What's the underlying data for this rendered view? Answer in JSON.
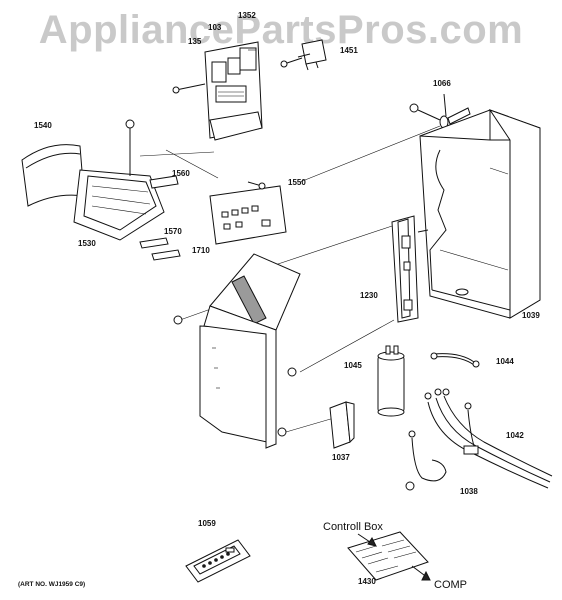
{
  "watermark": "AppliancePartsPros.com",
  "art_number": "(ART NO. WJ1959 C9)",
  "control_box_label": "Controll Box",
  "comp_label": "COMP",
  "parts": {
    "p1352": "1352",
    "p1035a": "103",
    "p1035b": "135",
    "p1451": "1451",
    "p1066": "1066",
    "p1540": "1540",
    "p1560": "1560",
    "p1550": "1550",
    "p1530": "1530",
    "p1570": "1570",
    "p1710": "1710",
    "p1230": "1230",
    "p1039": "1039",
    "p1045": "1045",
    "p1044": "1044",
    "p1042": "1042",
    "p1037": "1037",
    "p1038": "1038",
    "p1059": "1059",
    "p1430": "1430"
  }
}
